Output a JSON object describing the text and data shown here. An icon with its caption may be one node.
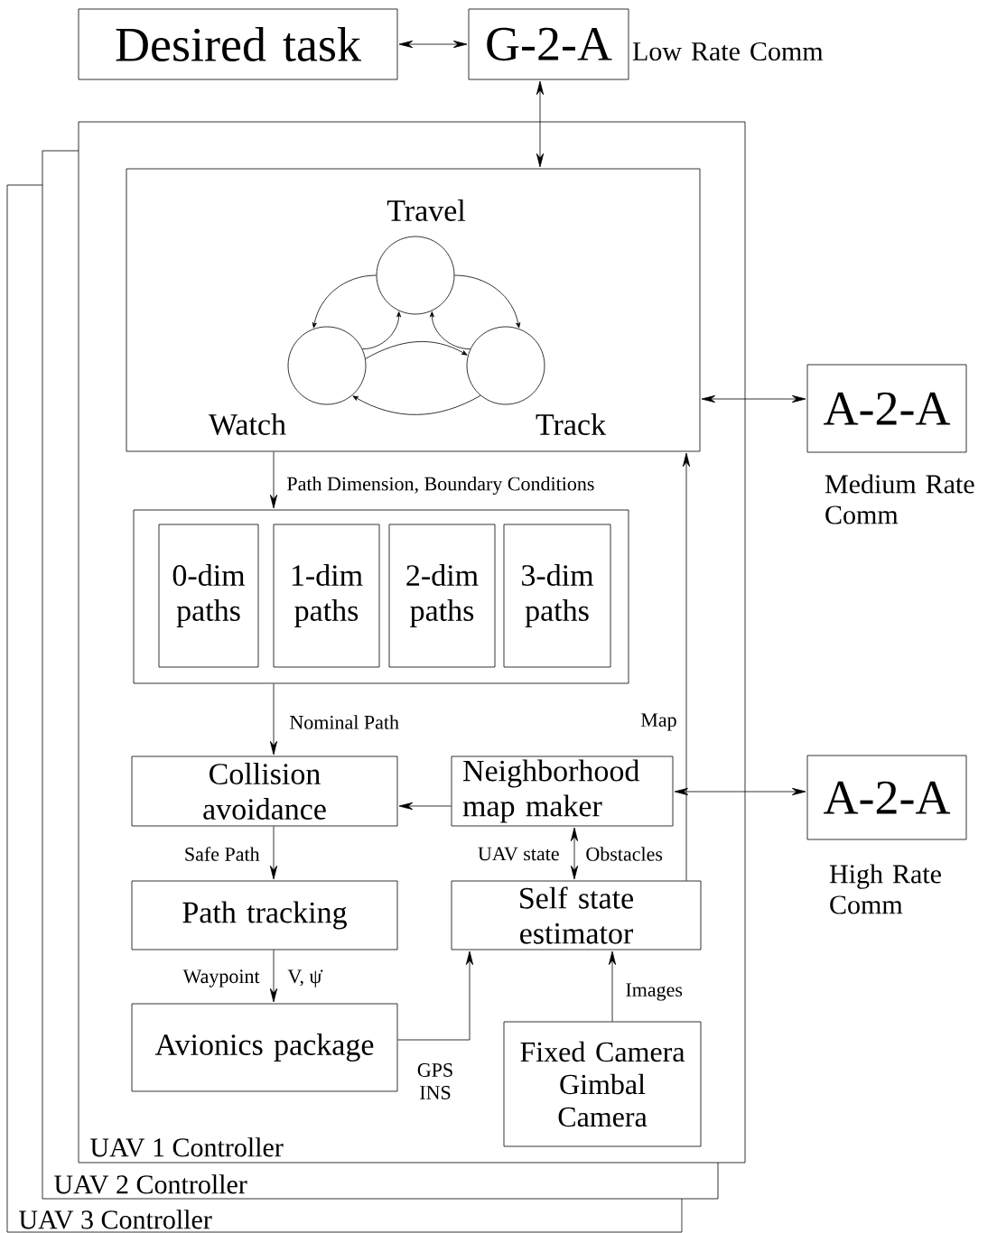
{
  "diagram": {
    "nodes": [
      {
        "text": [
          "Desired task"
        ]
      },
      {
        "text": [
          "G-2-A"
        ],
        "beside": [
          "Low Rate Comm"
        ]
      },
      {
        "text": [
          "UAV 1 Controller"
        ]
      },
      {
        "text": [],
        "shape": "box",
        "in": 2
      },
      {
        "text": [
          "Travel"
        ],
        "in": 3
      },
      {
        "text": [
          "Watch"
        ],
        "in": 3
      },
      {
        "text": [
          "Track"
        ],
        "in": 3
      },
      {
        "text": [],
        "shape": "box",
        "in": 2
      },
      {
        "text": [
          "0-dim paths"
        ],
        "in": 7
      },
      {
        "text": [
          "1-dim paths"
        ],
        "in": 7
      },
      {
        "text": [
          "2-dim paths"
        ],
        "in": 7
      },
      {
        "text": [
          "3-dim paths"
        ],
        "in": 7
      },
      {
        "text": [
          "Collision avoidance"
        ],
        "in": 2
      },
      {
        "text": [
          "Neighborhood map maker"
        ],
        "in": 2
      },
      {
        "text": [
          "Path tracking"
        ],
        "in": 2
      },
      {
        "text": [
          "Self state estimator"
        ],
        "in": 2
      },
      {
        "text": [
          "Avionics package"
        ],
        "in": 2
      },
      {
        "text": [
          "Fixed Camera",
          "Gimbal Camera"
        ],
        "in": 2
      },
      {
        "text": [
          "A-2-A"
        ],
        "beside": [
          "Medium Rate Comm"
        ]
      },
      {
        "text": [
          "A-2-A"
        ],
        "beside": [
          "High Rate Comm"
        ]
      }
    ],
    "edges": [
      {
        "from": 0,
        "to": 1,
        "arrow": "both"
      },
      {
        "from": 1,
        "to": 3,
        "arrow": "both"
      },
      {
        "from": 3,
        "to": 18,
        "arrow": "both"
      },
      {
        "from": 4,
        "to": 5,
        "arrow": "to"
      },
      {
        "from": 4,
        "to": 6,
        "arrow": "to"
      },
      {
        "from": 5,
        "to": 4,
        "arrow": "to"
      },
      {
        "from": 6,
        "to": 4,
        "arrow": "to"
      },
      {
        "from": 5,
        "to": 6,
        "arrow": "to"
      },
      {
        "from": 6,
        "to": 5,
        "arrow": "to"
      },
      {
        "from": 3,
        "to": 7,
        "arrow": "to",
        "label": "Path Dimension, Boundary Conditions"
      },
      {
        "from": 7,
        "to": 12,
        "arrow": "to",
        "label": "Nominal Path"
      },
      {
        "from": 13,
        "to": 12,
        "arrow": "to"
      },
      {
        "from": 13,
        "to": 19,
        "arrow": "both"
      },
      {
        "from": 15,
        "to": 3,
        "arrow": "to",
        "label": "Map"
      },
      {
        "from": 12,
        "to": 14,
        "arrow": "to",
        "label": "Safe Path"
      },
      {
        "from": 15,
        "to": 13,
        "arrow": "both",
        "label": "UAV state"
      },
      {
        "from": 14,
        "to": 16,
        "arrow": "to",
        "label": "Waypoint"
      },
      {
        "from": 16,
        "to": 15,
        "arrow": "to",
        "label": "GPS INS"
      },
      {
        "from": 17,
        "to": 15,
        "arrow": "to",
        "label": "Images"
      }
    ],
    "labels": [
      "Obstacles",
      "V, ψ̇",
      "UAV 2 Controller",
      "UAV 3 Controller"
    ]
  }
}
